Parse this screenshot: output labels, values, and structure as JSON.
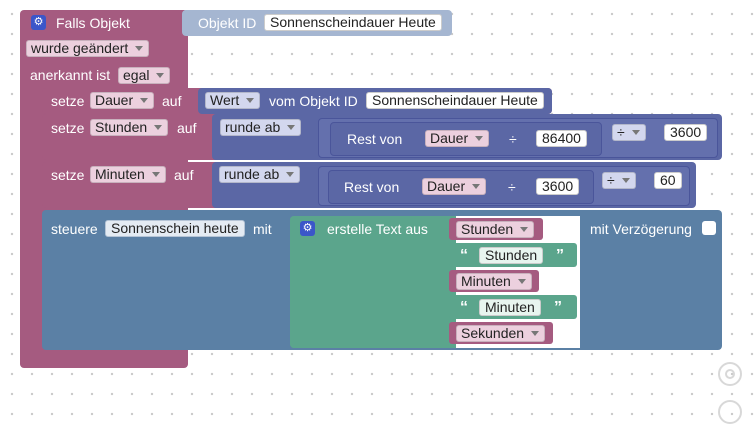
{
  "event_block": {
    "title": "Falls Objekt",
    "object_id_label": "Objekt ID",
    "object_id_value": "Sonnenscheindauer Heute",
    "changed_option": "wurde geändert",
    "ack_label": "anerkannt ist",
    "ack_option": "egal"
  },
  "set_dauer": {
    "set_label": "setze",
    "var_name": "Dauer",
    "to_label": "auf",
    "value_option": "Wert",
    "from_label": "vom Objekt ID",
    "object_value": "Sonnenscheindauer Heute"
  },
  "set_stunden": {
    "set_label": "setze",
    "var_name": "Stunden",
    "to_label": "auf",
    "round_option": "runde ab",
    "remainder_label": "Rest von",
    "dividend_var": "Dauer",
    "divide_symbol": "÷",
    "divisor": "86400",
    "outer_operator": "÷",
    "outer_value": "3600"
  },
  "set_minuten": {
    "set_label": "setze",
    "var_name": "Minuten",
    "to_label": "auf",
    "round_option": "runde ab",
    "remainder_label": "Rest von",
    "dividend_var": "Dauer",
    "divide_symbol": "÷",
    "divisor": "3600",
    "outer_operator": "÷",
    "outer_value": "60"
  },
  "control_block": {
    "label": "steuere",
    "target": "Sonnenschein heute",
    "with_label": "mit",
    "delay_label": "mit Verzögerung",
    "create_text_label": "erstelle Text aus",
    "items": [
      {
        "kind": "var",
        "text": "Stunden"
      },
      {
        "kind": "text",
        "text": "Stunden"
      },
      {
        "kind": "var",
        "text": "Minuten"
      },
      {
        "kind": "text",
        "text": "Minuten"
      },
      {
        "kind": "var",
        "text": "Sekunden"
      }
    ]
  },
  "icons": {
    "gear": "⚙",
    "quote_open": "“",
    "quote_close": "”",
    "locate": "target-icon",
    "zoom": "zoom-in-icon"
  },
  "colors": {
    "event": "#a55b80",
    "math": "#5b67a5",
    "text": "#5ba58c",
    "object": "#a5b6d1",
    "control": "#5b80a5"
  }
}
